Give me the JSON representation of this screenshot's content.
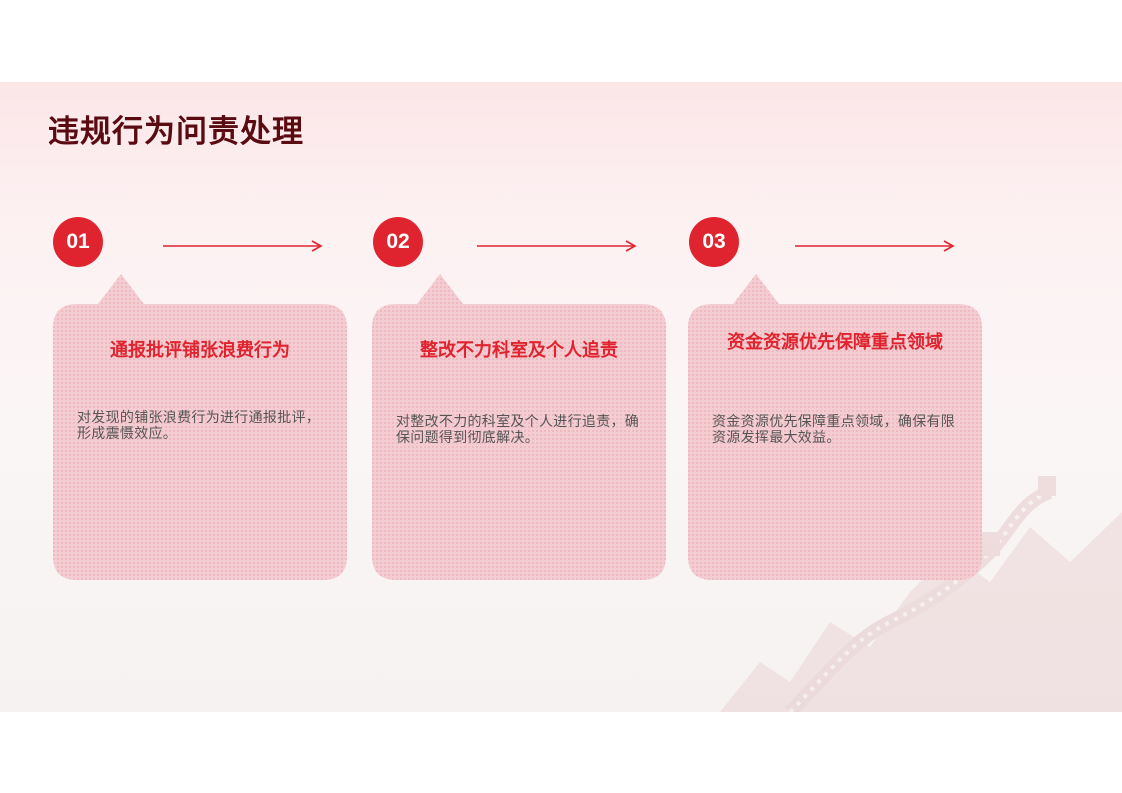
{
  "title": "违规行为问责处理",
  "accent_color": "#e0242f",
  "title_color": "#5a0b12",
  "steps": [
    {
      "number": "01",
      "heading": "通报批评铺张浪费行为",
      "body": "对发现的铺张浪费行为进行通报批评，形成震慑效应。"
    },
    {
      "number": "02",
      "heading": "整改不力科室及个人追责",
      "body": "对整改不力的科室及个人进行追责，确保问题得到彻底解决。"
    },
    {
      "number": "03",
      "heading": "资金资源优先保障重点领域",
      "body": "资金资源优先保障重点领域，确保有限资源发挥最大效益。"
    }
  ],
  "icons": {
    "arrow": "right-arrow-icon",
    "background": "great-wall-illustration"
  }
}
